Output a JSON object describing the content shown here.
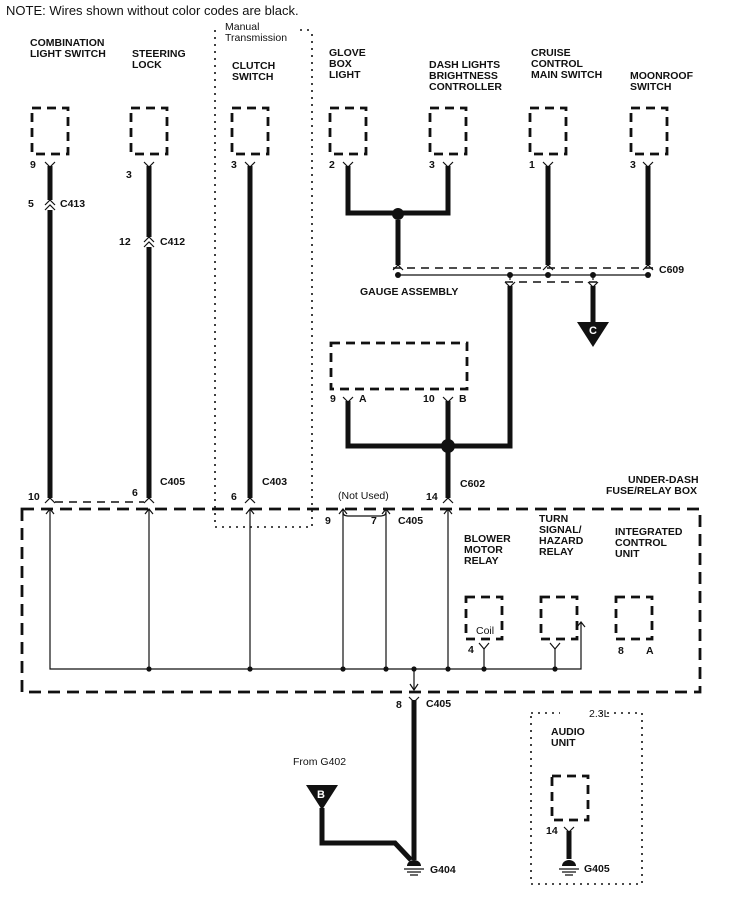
{
  "note": "NOTE: Wires shown without color codes are black.",
  "components": {
    "combination_light_switch": {
      "line1": "COMBINATION",
      "line2": "LIGHT SWITCH",
      "pin": "9"
    },
    "steering_lock": {
      "line1": "STEERING",
      "line2": "LOCK",
      "pin": "3"
    },
    "clutch_switch": {
      "group": "Manual",
      "group2": "Transmission",
      "line1": "CLUTCH",
      "line2": "SWITCH",
      "pin": "3"
    },
    "glove_box_light": {
      "line1": "GLOVE",
      "line2": "BOX",
      "line3": "LIGHT",
      "pin": "2"
    },
    "dash_lights_brightness_controller": {
      "line1": "DASH LIGHTS",
      "line2": "BRIGHTNESS",
      "line3": "CONTROLLER",
      "pin": "3"
    },
    "cruise_control_main_switch": {
      "line1": "CRUISE",
      "line2": "CONTROL",
      "line3": "MAIN SWITCH",
      "pin": "1"
    },
    "moonroof_switch": {
      "line1": "MOONROOF",
      "line2": "SWITCH",
      "pin": "3"
    },
    "gauge_assembly": {
      "label": "GAUGE ASSEMBLY",
      "connector": "C609"
    },
    "unknown_box": {
      "pin_a_num": "9",
      "pin_a": "A",
      "pin_b_num": "10",
      "pin_b": "B"
    },
    "under_dash": {
      "line1": "UNDER-DASH",
      "line2": "FUSE/RELAY BOX"
    },
    "blower_motor_relay": {
      "line1": "BLOWER",
      "line2": "MOTOR",
      "line3": "RELAY",
      "coil": "Coil",
      "pin": "4"
    },
    "turn_signal_hazard_relay": {
      "line1": "TURN",
      "line2": "SIGNAL/",
      "line3": "HAZARD",
      "line4": "RELAY"
    },
    "integrated_control_unit": {
      "line1": "INTEGRATED",
      "line2": "CONTROL",
      "line3": "UNIT",
      "pin_num": "8",
      "pin": "A"
    },
    "audio_unit": {
      "variant": "2.3L",
      "line1": "AUDIO",
      "line2": "UNIT",
      "pin": "14",
      "ground": "G405"
    }
  },
  "connectors": {
    "c413": {
      "pin": "5",
      "name": "C413"
    },
    "c412": {
      "pin": "12",
      "name": "C412"
    },
    "c405_top_left": {
      "pin": "10",
      "pin2": "6",
      "name": "C405"
    },
    "c403": {
      "pin": "6",
      "name": "C403"
    },
    "c602": {
      "pin": "14",
      "name": "C602"
    },
    "c405_mid": {
      "pin_a": "9",
      "pin_b": "7",
      "name": "C405",
      "not_used": "(Not Used)"
    },
    "c405_bottom": {
      "pin": "8",
      "name": "C405"
    }
  },
  "offpage": {
    "c": "C",
    "b": "B",
    "b_label": "From G402"
  },
  "grounds": {
    "g404": "G404"
  }
}
